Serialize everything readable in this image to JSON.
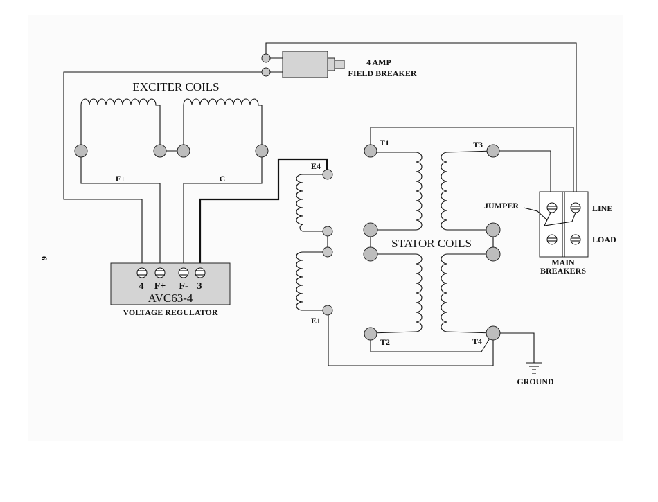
{
  "page_number": "6",
  "exciter": {
    "title": "EXCITER COILS",
    "f_plus": "F+",
    "c": "C"
  },
  "regulator": {
    "terminals": [
      "4",
      "F+",
      "F-",
      "3"
    ],
    "model": "AVC63-4",
    "caption": "VOLTAGE REGULATOR"
  },
  "field_breaker": {
    "line1": "4 AMP",
    "line2": "FIELD BREAKER"
  },
  "exciter_terminals": {
    "e4": "E4",
    "e1": "E1"
  },
  "stator": {
    "title": "STATOR COILS",
    "t1": "T1",
    "t2": "T2",
    "t3": "T3",
    "t4": "T4"
  },
  "main_breakers": {
    "line": "LINE",
    "load": "LOAD",
    "jumper": "JUMPER",
    "caption_1": "MAIN",
    "caption_2": "BREAKERS"
  },
  "ground": "GROUND"
}
